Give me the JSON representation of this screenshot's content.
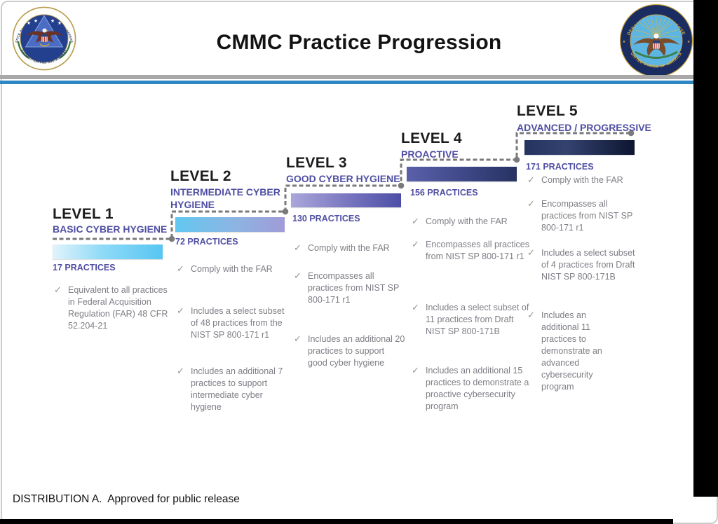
{
  "header": {
    "title": "CMMC Practice Progression",
    "left_seal": {
      "top_text": "OFFICE OF THE UNDER SECRETARY OF DEFENSE",
      "bottom_text": "ACQUISITION AND SUSTAINMENT"
    },
    "right_seal": {
      "top_text": "DEPARTMENT OF DEFENSE",
      "bottom_text": "UNITED STATES OF AMERICA"
    }
  },
  "icons": {
    "check": "✓"
  },
  "levels": [
    {
      "name": "LEVEL 1",
      "subtitle": "BASIC CYBER HYGIENE",
      "practices": "17 PRACTICES",
      "bullets": [
        "Equivalent to all practices in Federal Acquisition Regulation (FAR) 48 CFR 52.204-21"
      ]
    },
    {
      "name": "LEVEL 2",
      "subtitle": "INTERMEDIATE CYBER HYGIENE",
      "practices": "72 PRACTICES",
      "bullets": [
        "Comply with the FAR",
        "Includes a select subset of 48 practices from the NIST SP 800-171 r1",
        "Includes an additional 7 practices to support intermediate cyber hygiene"
      ]
    },
    {
      "name": "LEVEL 3",
      "subtitle": "GOOD CYBER HYGIENE",
      "practices": "130 PRACTICES",
      "bullets": [
        "Comply with the FAR",
        "Encompasses all practices from NIST SP 800-171 r1",
        "Includes an additional 20 practices to support good cyber hygiene"
      ]
    },
    {
      "name": "LEVEL 4",
      "subtitle": "PROACTIVE",
      "practices": "156 PRACTICES",
      "bullets": [
        "Comply with the FAR",
        "Encompasses all practices from NIST SP 800-171 r1",
        "Includes a select subset of 11 practices from Draft NIST SP 800-171B",
        "Includes an additional 15 practices to demonstrate a proactive cybersecurity program"
      ]
    },
    {
      "name": "LEVEL 5",
      "subtitle": "ADVANCED / PROGRESSIVE",
      "practices": "171 PRACTICES",
      "bullets": [
        "Comply with the FAR",
        "Encompasses all practices from NIST SP 800-171 r1",
        "Includes a select subset of 4 practices from Draft NIST SP 800-171B",
        "Includes an additional 11 practices to demonstrate an advanced cybersecurity program"
      ]
    }
  ],
  "footer": {
    "text": "DISTRIBUTION A.  Approved for public release"
  },
  "colors": {
    "accent_purple": "#4f4ea3",
    "body_gray": "#7e7e86",
    "connector_gray": "#7a7a7a",
    "divider_gray": "#a8a8a8",
    "divider_blue": "#2e86c2",
    "bar1": [
      "#e2f3fc",
      "#57c6f2"
    ],
    "bar2": [
      "#62c8f1",
      "#a09bd7"
    ],
    "bar3": [
      "#aba6da",
      "#4c4ea6"
    ],
    "bar4": [
      "#5b60aa",
      "#273261"
    ],
    "bar5": [
      "#24335f",
      "#0d1530"
    ]
  }
}
